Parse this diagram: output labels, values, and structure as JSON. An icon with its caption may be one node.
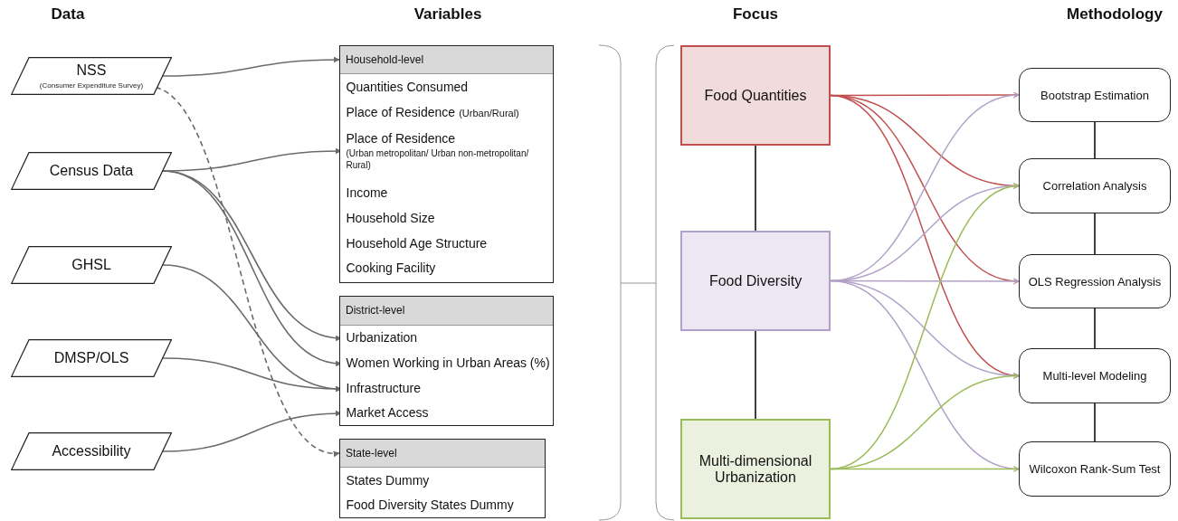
{
  "diagram": {
    "nodes": [
      {
        "text": [
          "NSS",
          "(Consumer Expenditure Survey)"
        ]
      },
      {
        "text": [
          "Census Data"
        ]
      },
      {
        "text": [
          "GHSL"
        ]
      },
      {
        "text": [
          "DMSP/OLS"
        ]
      },
      {
        "text": [
          "Accessibility"
        ]
      },
      {
        "text": [
          "Household-level"
        ]
      },
      {
        "text": [
          "Quantities Consumed"
        ],
        "in": 5
      },
      {
        "text": [
          "Place of Residence",
          "(Urban/Rural)"
        ],
        "in": 5
      },
      {
        "text": [
          "Place of Residence",
          "(Urban metropolitan/ Urban non-metropolitan/ Rural)"
        ],
        "in": 5
      },
      {
        "text": [
          "Income"
        ],
        "in": 5
      },
      {
        "text": [
          "Household Size"
        ],
        "in": 5
      },
      {
        "text": [
          "Household Age Structure"
        ],
        "in": 5
      },
      {
        "text": [
          "Cooking Facility"
        ],
        "in": 5
      },
      {
        "text": [
          "District-level"
        ]
      },
      {
        "text": [
          "Urbanization"
        ],
        "in": 13
      },
      {
        "text": [
          "Women Working in Urban Areas (%)"
        ],
        "in": 13
      },
      {
        "text": [
          "Infrastructure"
        ],
        "in": 13
      },
      {
        "text": [
          "Market Access"
        ],
        "in": 13
      },
      {
        "text": [
          "State-level"
        ]
      },
      {
        "text": [
          "States Dummy"
        ],
        "in": 18
      },
      {
        "text": [
          "Food Diversity States Dummy"
        ],
        "in": 18
      },
      {
        "text": [
          "Food Quantities"
        ]
      },
      {
        "text": [
          "Food Diversity"
        ]
      },
      {
        "text": [
          "Multi-dimensional Urbanization"
        ]
      },
      {
        "text": [
          "Bootstrap Estimation"
        ]
      },
      {
        "text": [
          "Correlation Analysis"
        ]
      },
      {
        "text": [
          "OLS Regression Analysis"
        ]
      },
      {
        "text": [
          "Multi-level Modeling"
        ]
      },
      {
        "text": [
          "Wilcoxon Rank-Sum Test"
        ]
      }
    ],
    "edges": [
      {
        "from": 0,
        "to": 5,
        "arrow": "to"
      },
      {
        "from": 0,
        "to": 18,
        "arrow": "to",
        "style": "dashed"
      },
      {
        "from": 1,
        "to": 8,
        "arrow": "to"
      },
      {
        "from": 1,
        "to": 14,
        "arrow": "to"
      },
      {
        "from": 1,
        "to": 15,
        "arrow": "to"
      },
      {
        "from": 2,
        "to": 16,
        "arrow": "to"
      },
      {
        "from": 3,
        "to": 16,
        "arrow": "to"
      },
      {
        "from": 4,
        "to": 17,
        "arrow": "to"
      },
      {
        "from": 21,
        "to": 22,
        "arrow": "none",
        "color": "#000000"
      },
      {
        "from": 22,
        "to": 23,
        "arrow": "none",
        "color": "#000000"
      },
      {
        "from": 24,
        "to": 25,
        "arrow": "none",
        "color": "#000000"
      },
      {
        "from": 25,
        "to": 26,
        "arrow": "none",
        "color": "#000000"
      },
      {
        "from": 26,
        "to": 27,
        "arrow": "none",
        "color": "#000000"
      },
      {
        "from": 27,
        "to": 28,
        "arrow": "none",
        "color": "#000000"
      },
      {
        "from": 21,
        "to": 24,
        "arrow": "to",
        "color": "#c0504d"
      },
      {
        "from": 21,
        "to": 25,
        "arrow": "to",
        "color": "#c0504d"
      },
      {
        "from": 21,
        "to": 26,
        "arrow": "to",
        "color": "#c0504d"
      },
      {
        "from": 21,
        "to": 27,
        "arrow": "to",
        "color": "#c0504d"
      },
      {
        "from": 22,
        "to": 24,
        "arrow": "to",
        "color": "#b1a0c7"
      },
      {
        "from": 22,
        "to": 25,
        "arrow": "to",
        "color": "#b1a0c7"
      },
      {
        "from": 22,
        "to": 26,
        "arrow": "to",
        "color": "#b1a0c7"
      },
      {
        "from": 22,
        "to": 27,
        "arrow": "to",
        "color": "#b1a0c7"
      },
      {
        "from": 22,
        "to": 28,
        "arrow": "to",
        "color": "#b1a0c7"
      },
      {
        "from": 23,
        "to": 25,
        "arrow": "to",
        "color": "#9bbb59"
      },
      {
        "from": 23,
        "to": 27,
        "arrow": "to",
        "color": "#9bbb59"
      },
      {
        "from": 23,
        "to": 28,
        "arrow": "to",
        "color": "#9bbb59"
      }
    ],
    "labels": [
      "Data",
      "Variables",
      "Focus",
      "Methodology"
    ]
  }
}
